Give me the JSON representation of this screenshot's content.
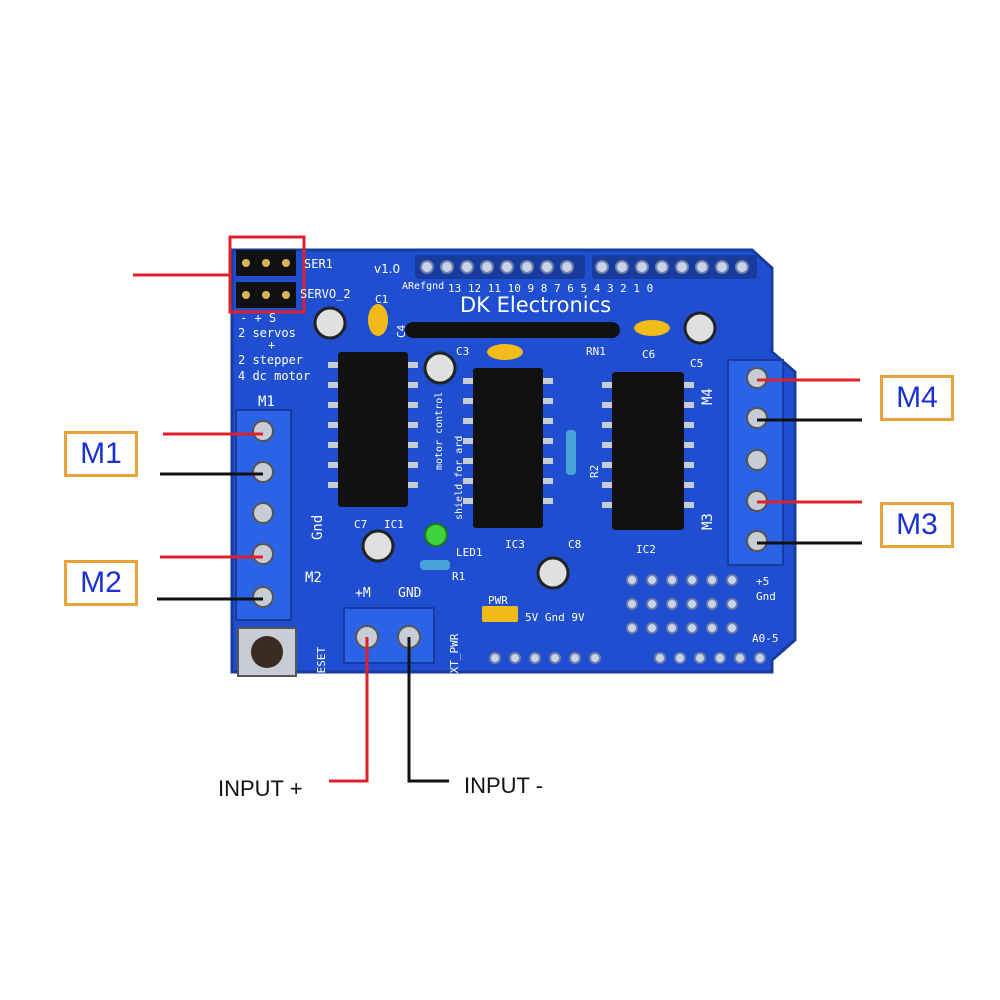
{
  "board": {
    "maker": "DK Electronics",
    "version": "v1.0",
    "silkscreen": {
      "ser1": "SER1",
      "servo2": "SERVO_2",
      "servo_pins": "-  +  S",
      "caps_line1": "2 servos",
      "caps_line2": "+",
      "caps_line3": "2 stepper",
      "caps_line4": "4 dc motor",
      "m1": "M1",
      "m2": "M2",
      "m3": "M3",
      "m4": "M4",
      "gnd": "Gnd",
      "reset": "RESET",
      "plus_m": "+M",
      "gnd_power": "GND",
      "ext_pwr": "EXT_PWR",
      "pwr": "PWR",
      "power_pins": "5V Gnd 9V",
      "plus5": "+5",
      "gnd_right": "Gnd",
      "a0_5": "A0-5",
      "aref": "ARefgnd",
      "digital_pins": "13 12 11 10  9  8   7  6  5  4  3  2  1  0",
      "motor_control": "motor control",
      "shield_for": "shield for ard",
      "c1": "C1",
      "c3": "C3",
      "c4": "C4",
      "c5": "C5",
      "c6": "C6",
      "c7": "C7",
      "c8": "C8",
      "ic1": "IC1",
      "ic2": "IC2",
      "ic3": "IC3",
      "r1": "R1",
      "r2": "R2",
      "rn1": "RN1",
      "led1": "LED1"
    }
  },
  "labels": {
    "m1": "M1",
    "m2": "M2",
    "m3": "M3",
    "m4": "M4",
    "input_plus": "INPUT +",
    "input_minus": "INPUT -"
  },
  "colors": {
    "pcb": "#1f4fd0",
    "pcb_dark": "#173c9e",
    "terminal": "#2b63e6",
    "chip": "#111111",
    "wire_red": "#e0202a",
    "wire_black": "#111111",
    "label_border": "#e8a33a",
    "label_text": "#1a2fd6",
    "highlight_box": "#e0202a"
  }
}
